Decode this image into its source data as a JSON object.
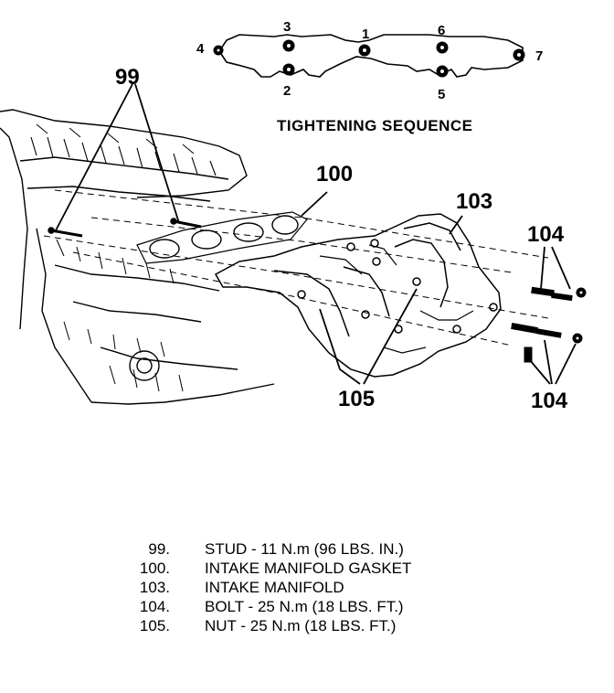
{
  "sequence": {
    "title": "TIGHTENING SEQUENCE",
    "positions": [
      "1",
      "2",
      "3",
      "4",
      "5",
      "6",
      "7"
    ]
  },
  "callouts": {
    "stud": "99",
    "gasket": "100",
    "manifold": "103",
    "bolt_top": "104",
    "bolt_bottom": "104",
    "nut": "105"
  },
  "legend": [
    {
      "num": "99.",
      "desc": "STUD - 11 N.m (96 LBS. IN.)"
    },
    {
      "num": "100.",
      "desc": "INTAKE MANIFOLD GASKET"
    },
    {
      "num": "103.",
      "desc": "INTAKE MANIFOLD"
    },
    {
      "num": "104.",
      "desc": "BOLT - 25 N.m (18 LBS. FT.)"
    },
    {
      "num": "105.",
      "desc": "NUT - 25 N.m (18 LBS. FT.)"
    }
  ]
}
